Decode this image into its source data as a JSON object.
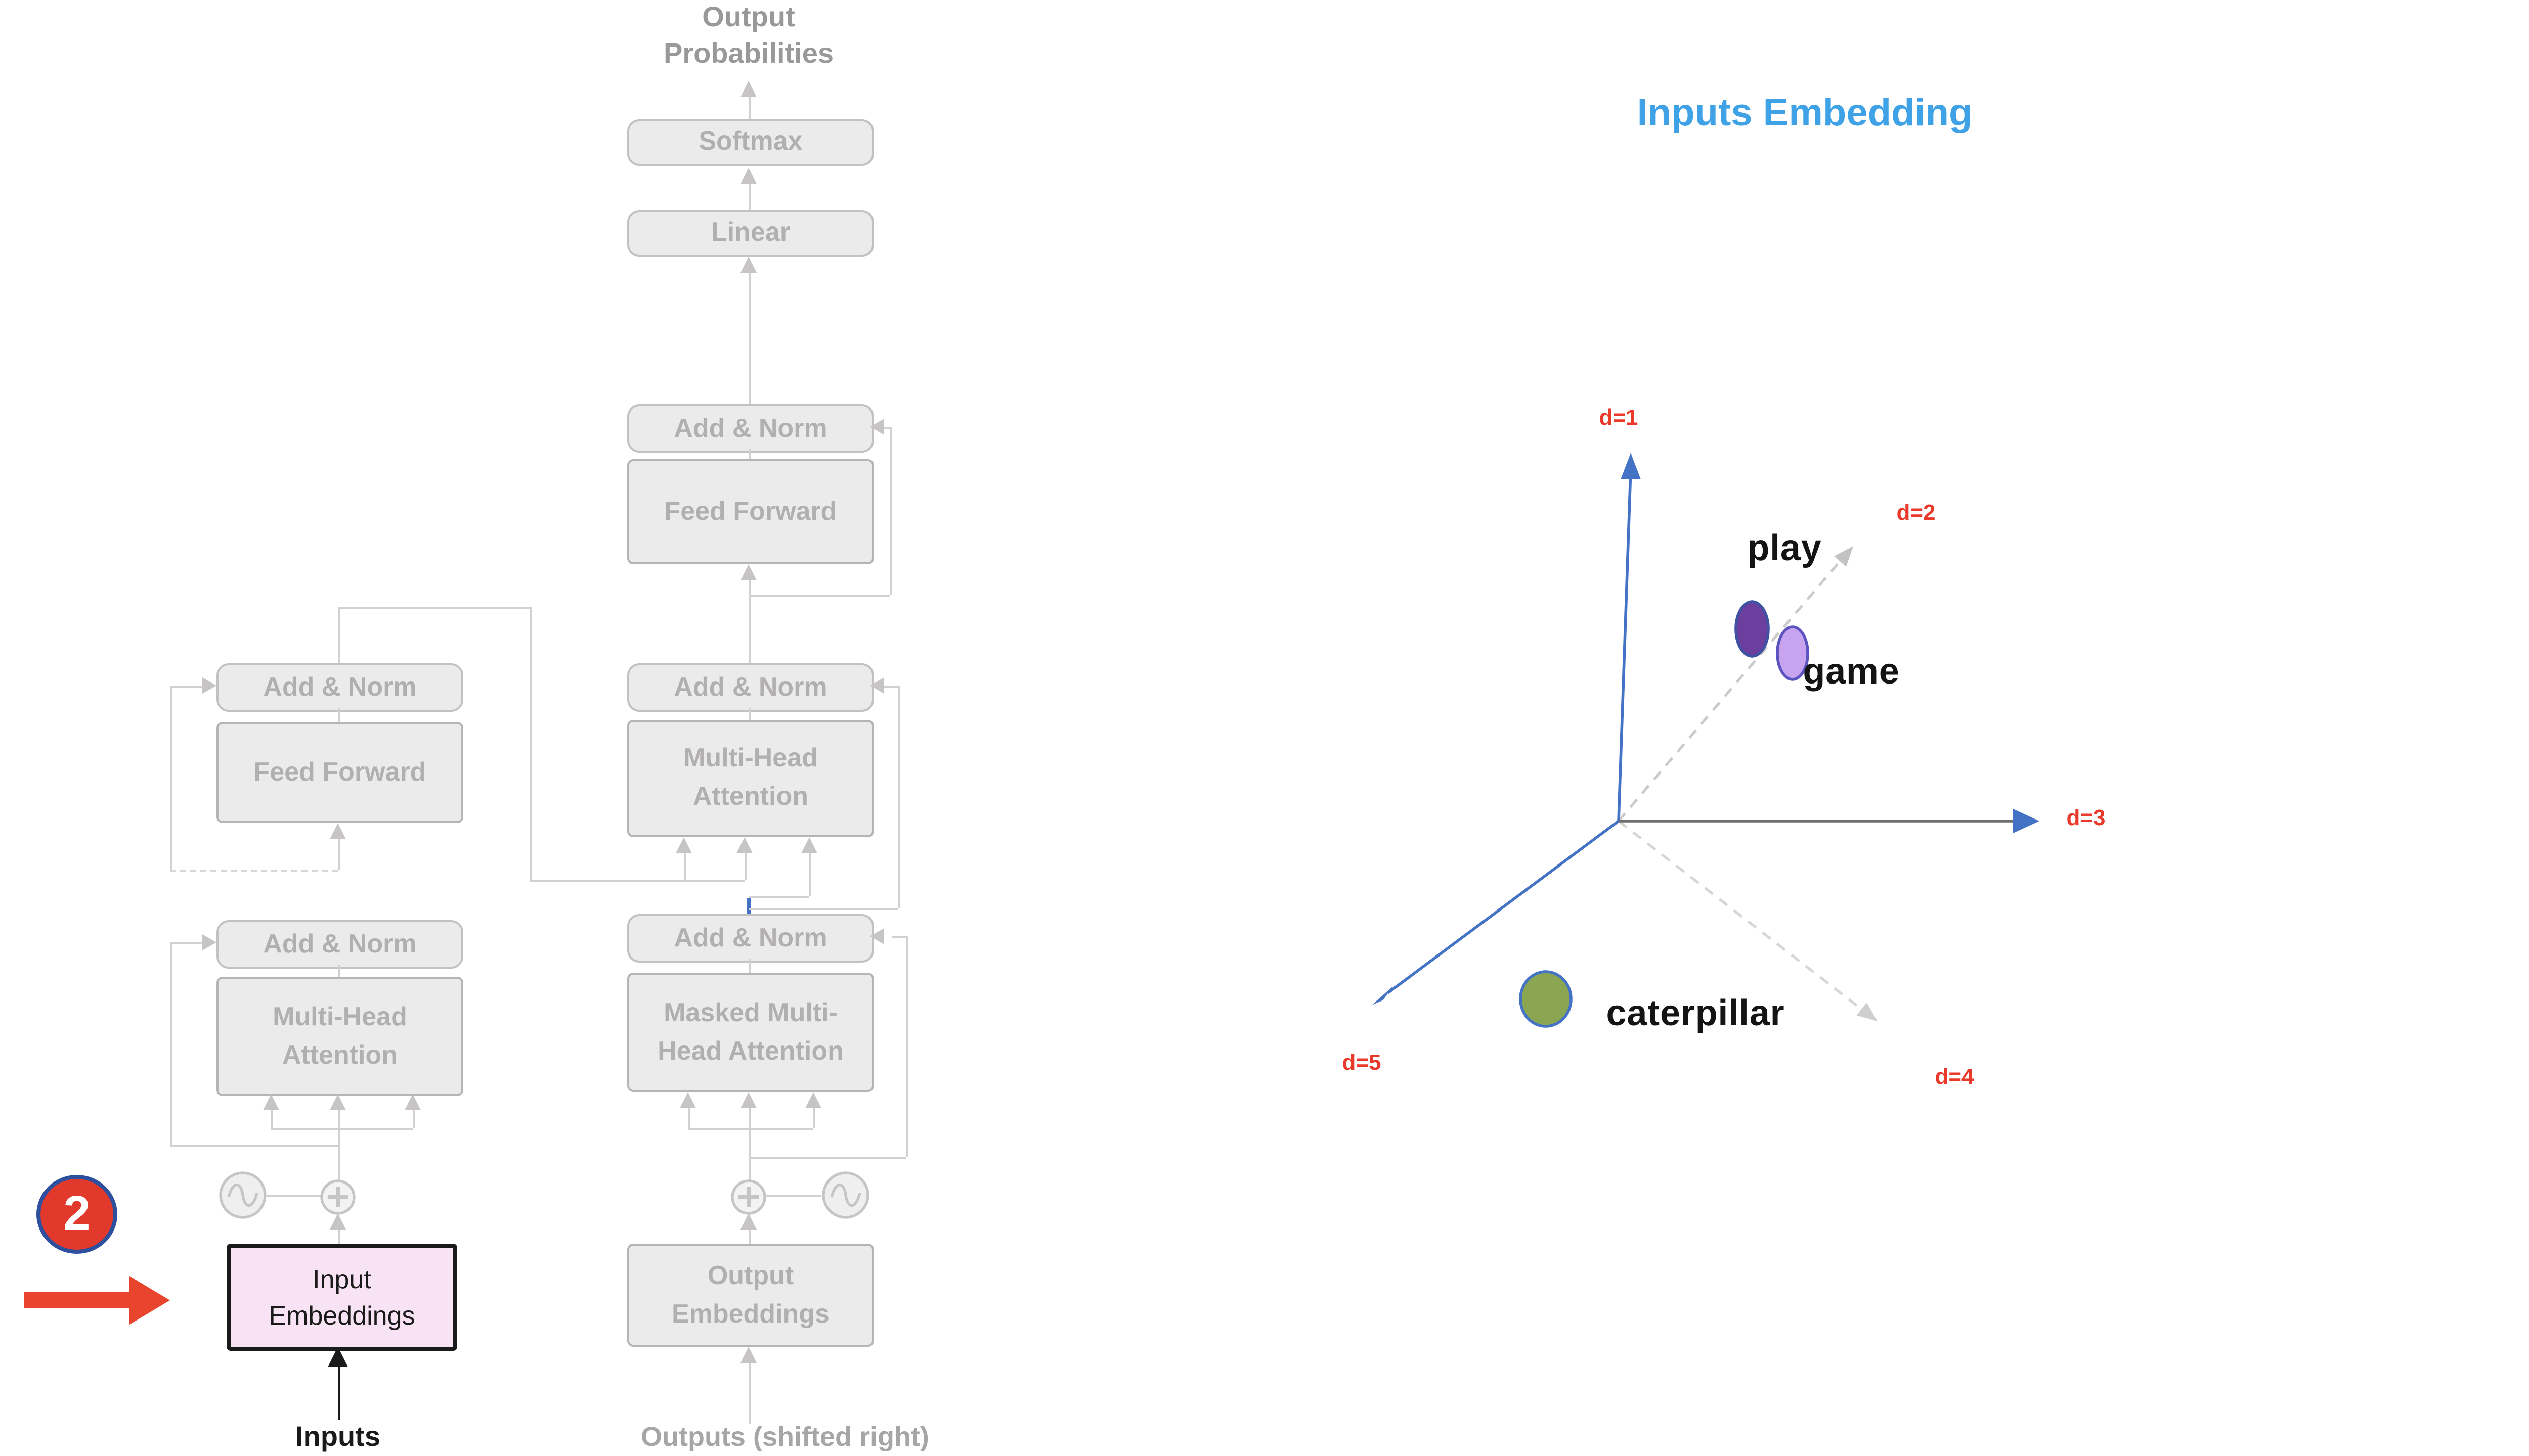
{
  "diagram": {
    "output_probabilities_line1": "Output",
    "output_probabilities_line2": "Probabilities",
    "softmax": "Softmax",
    "linear": "Linear",
    "add_norm": "Add & Norm",
    "feed_forward": "Feed Forward",
    "multi_head_line1": "Multi-Head",
    "multi_head_line2": "Attention",
    "masked_line1": "Masked Multi-",
    "masked_line2": "Head Attention",
    "input_emb_line1": "Input",
    "input_emb_line2": "Embeddings",
    "output_emb_line1": "Output",
    "output_emb_line2": "Embeddings",
    "inputs_label": "Inputs",
    "outputs_label": "Outputs (shifted right)"
  },
  "annotation": {
    "step_number": "2"
  },
  "panel": {
    "title": "Inputs Embedding",
    "axis_labels": [
      "d=1",
      "d=2",
      "d=3",
      "d=4",
      "d=5"
    ],
    "points": [
      {
        "word": "play",
        "fill": "#6C3E9E",
        "stroke": "#3F51A3"
      },
      {
        "word": "game",
        "fill": "#C8A4F0",
        "stroke": "#5B54C0"
      },
      {
        "word": "caterpillar",
        "fill": "#8AA653",
        "stroke": "#4472C4"
      }
    ]
  },
  "colors": {
    "title_blue": "#3FA2E7",
    "axis_blue": "#4472C4",
    "axis_dark": "#6E6E6E",
    "dashed_gray": "#CBCBCB",
    "red_label": "#E8392B",
    "badge_red": "#E13A2C",
    "badge_border_blue": "#2D4F9E",
    "arrow_red": "#E8442E",
    "pink_fill": "#F8E3F4",
    "faded_box_fill": "#ECEBEB",
    "faded_box_border": "#C3C1C1",
    "faded_text": "#B2AFAF"
  }
}
